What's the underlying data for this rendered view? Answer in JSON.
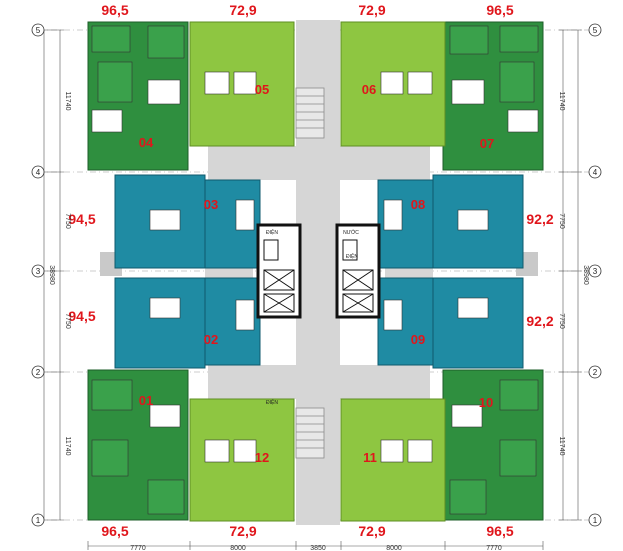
{
  "colors": {
    "dark_green": "#2f8f3f",
    "light_green": "#8ec641",
    "blue": "#1f8ba3",
    "corridor": "#d6d6d6",
    "area_label": "#e0161c"
  },
  "areas": {
    "top": [
      "96,5",
      "72,9",
      "72,9",
      "96,5"
    ],
    "bottom": [
      "96,5",
      "72,9",
      "72,9",
      "96,5"
    ],
    "left": [
      "94,5",
      "94,5"
    ],
    "right": [
      "92,2",
      "92,2"
    ]
  },
  "units": {
    "u01": "01",
    "u02": "02",
    "u03": "03",
    "u04": "04",
    "u05": "05",
    "u06": "06",
    "u07": "07",
    "u08": "08",
    "u09": "09",
    "u10": "10",
    "u11": "11",
    "u12": "12"
  },
  "dimensions": {
    "left_side": [
      "11740",
      "7750",
      "7750",
      "11740"
    ],
    "right_side": [
      "11740",
      "7750",
      "7750",
      "11740"
    ],
    "left_total": "38980",
    "right_total": "38980",
    "bottom": [
      "7770",
      "8000",
      "3850",
      "8000",
      "7770"
    ]
  },
  "axes": {
    "left": [
      "5",
      "4",
      "3",
      "2",
      "1"
    ],
    "right": [
      "5",
      "4",
      "3",
      "2",
      "1"
    ]
  },
  "core_labels": [
    "ĐIỆN",
    "NƯỚC",
    "ĐIỆN",
    "ĐIỆN"
  ]
}
